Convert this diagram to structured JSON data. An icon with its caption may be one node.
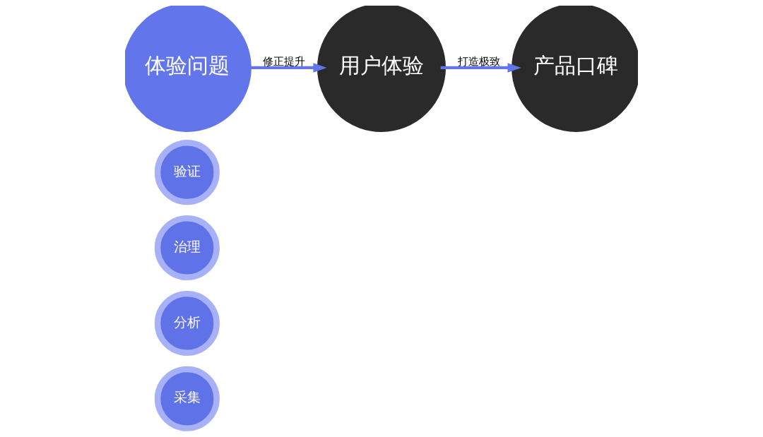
{
  "diagram": {
    "nodes": [
      {
        "text": [
          "采集"
        ]
      },
      {
        "text": [
          "分析"
        ]
      },
      {
        "text": [
          "治理"
        ]
      },
      {
        "text": [
          "验证"
        ]
      },
      {
        "text": [
          "体验问题"
        ]
      },
      {
        "text": [
          "用户体验"
        ]
      },
      {
        "text": [
          "产品口碑"
        ]
      }
    ],
    "edges": [
      {
        "from": 4,
        "to": 5,
        "arrow": "to",
        "label": "修正提升"
      },
      {
        "from": 5,
        "to": 6,
        "arrow": "to",
        "label": "打造极致"
      }
    ]
  }
}
